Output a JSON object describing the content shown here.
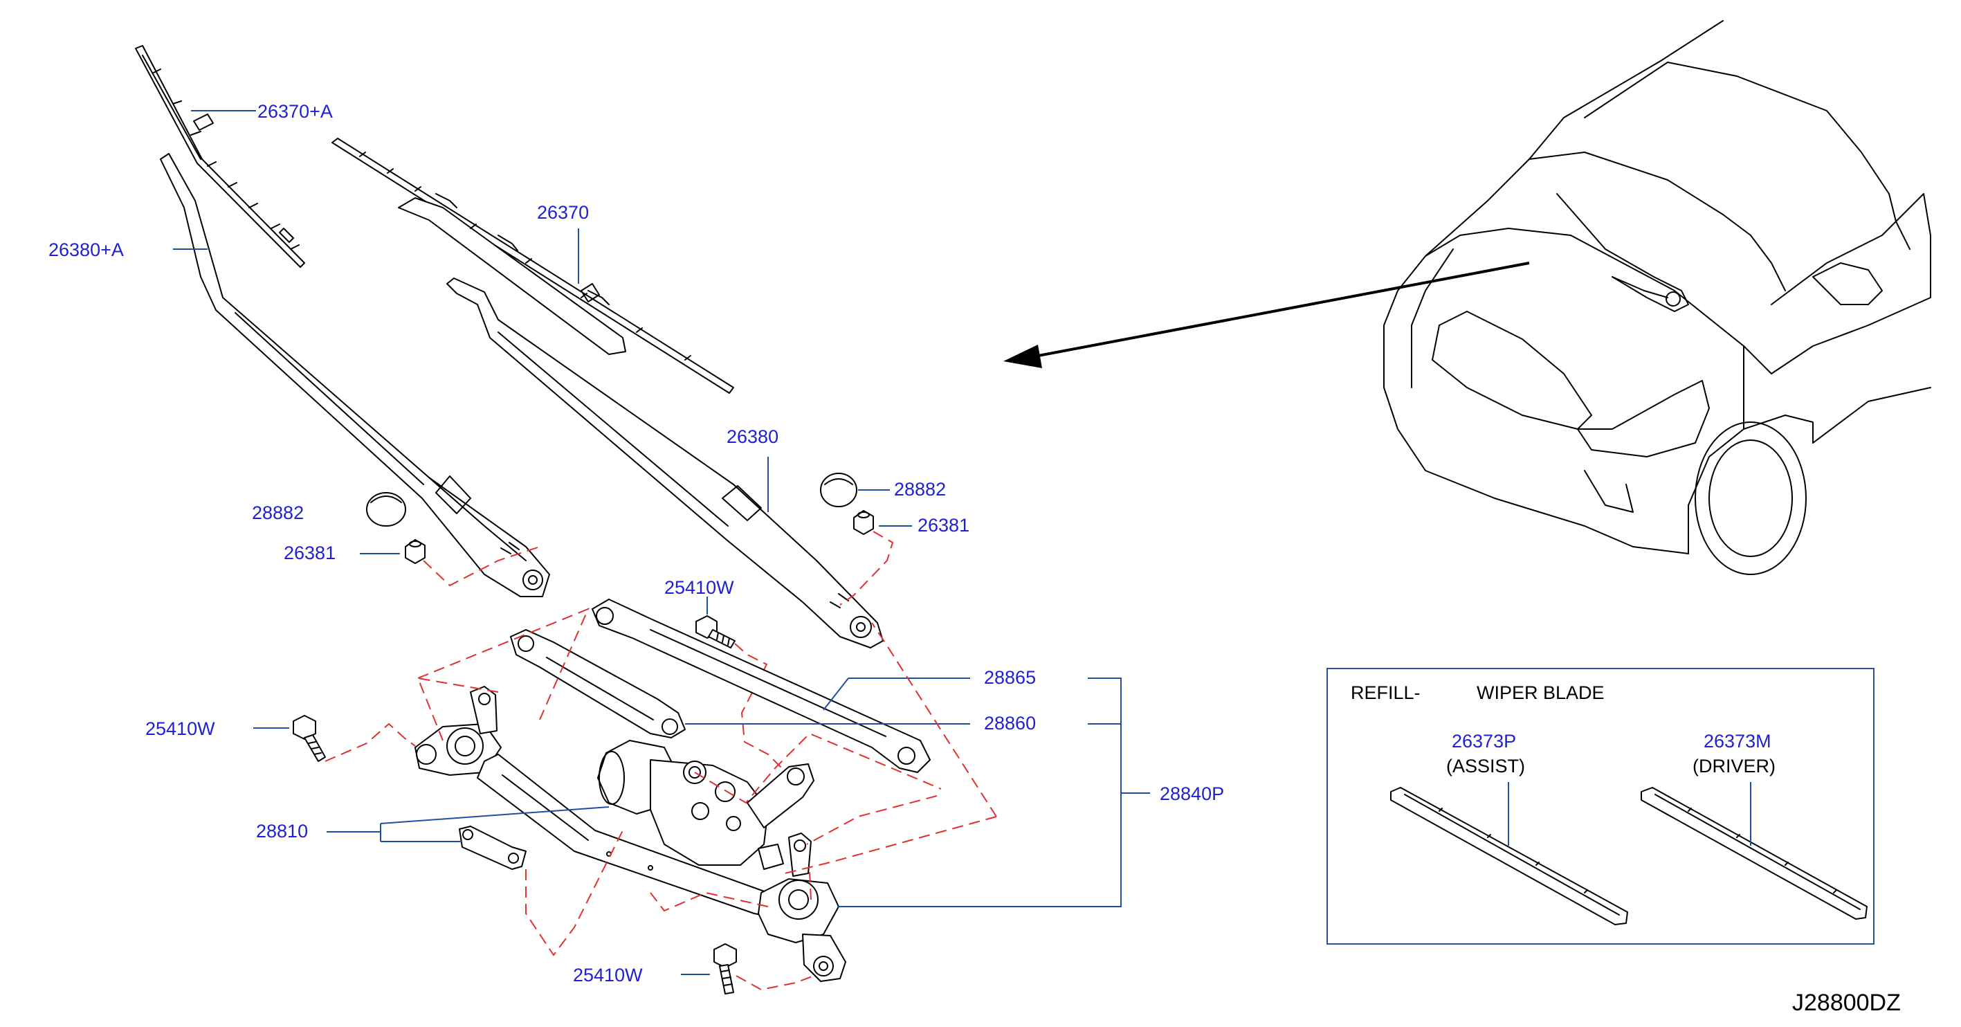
{
  "diagram": {
    "code": "J28800DZ",
    "colors": {
      "label": "#1f1fd6",
      "leader": "#1f4fa0",
      "dash": "#e03030",
      "box": "#2e4f9e"
    },
    "labels": {
      "p26370A": "26370+A",
      "p26380A": "26380+A",
      "p26370": "26370",
      "p26380": "26380",
      "p28882_left": "28882",
      "p28882_right": "28882",
      "p26381_left": "26381",
      "p26381_right": "26381",
      "p25410W_top": "25410W",
      "p25410W_left": "25410W",
      "p25410W_bottom": "25410W",
      "p28865": "28865",
      "p28860": "28860",
      "p28840P": "28840P",
      "p28810": "28810"
    },
    "refill_box": {
      "refill": "REFILL-",
      "title": "WIPER   BLADE",
      "assist_part": "26373P",
      "assist_label": "(ASSIST)",
      "driver_part": "26373M",
      "driver_label": "(DRIVER)"
    }
  }
}
